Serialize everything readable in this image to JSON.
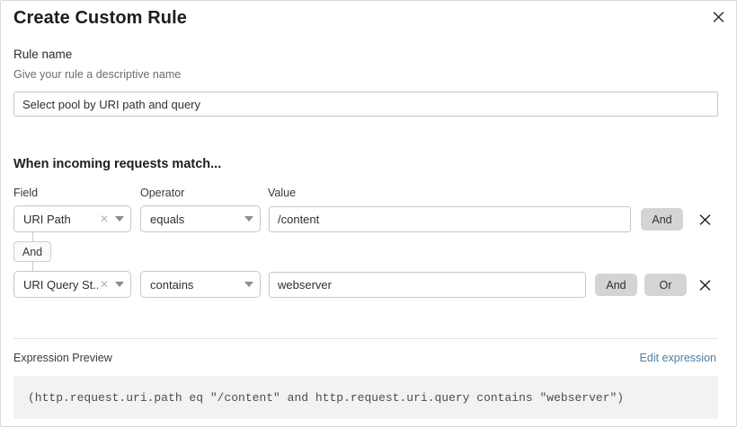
{
  "modal": {
    "title": "Create Custom Rule",
    "close_icon": "close-icon"
  },
  "rule_name": {
    "label": "Rule name",
    "description": "Give your rule a descriptive name",
    "value": "Select pool by URI path and query",
    "placeholder": "Enter rule name"
  },
  "conditions": {
    "heading": "When incoming requests match...",
    "columns": {
      "field": "Field",
      "operator": "Operator",
      "value": "Value"
    },
    "connector_badge": "And",
    "rows": [
      {
        "field": "URI Path",
        "operator": "equals",
        "value": "/content",
        "value_placeholder": "Enter value",
        "logic_buttons": [
          "And"
        ],
        "clear_icon": "clear-icon",
        "delete_icon": "delete-row-icon"
      },
      {
        "field": "URI Query St...",
        "operator": "contains",
        "value": "webserver",
        "value_placeholder": "Enter value",
        "logic_buttons": [
          "And",
          "Or"
        ],
        "clear_icon": "clear-icon",
        "delete_icon": "delete-row-icon"
      }
    ]
  },
  "expression_preview": {
    "label": "Expression Preview",
    "edit_link": "Edit expression",
    "expression": "(http.request.uri.path eq \"/content\" and http.request.uri.query contains \"webserver\")"
  },
  "colors": {
    "link": "#4a80a8",
    "logic_button_bg": "#d4d4d5",
    "preview_bg": "#f2f2f2",
    "border": "#c7c7c7"
  }
}
